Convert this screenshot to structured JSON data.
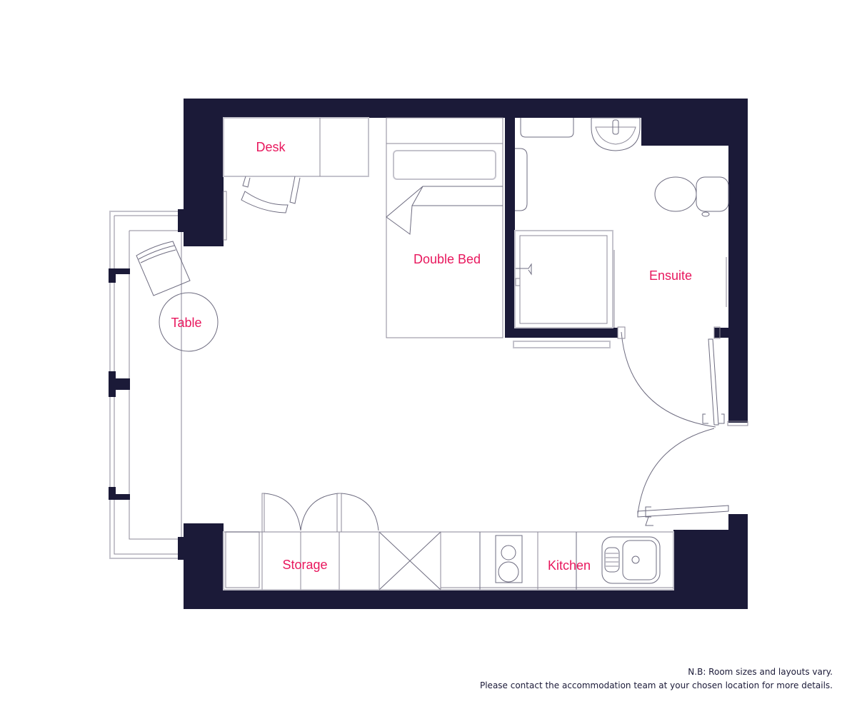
{
  "floorplan": {
    "colors": {
      "wall": "#1b1a38",
      "label": "#e8175d",
      "line": "#8c8a99",
      "background": "#ffffff"
    },
    "rooms": [
      {
        "id": "desk",
        "label": "Desk"
      },
      {
        "id": "double-bed",
        "label": "Double Bed"
      },
      {
        "id": "ensuite",
        "label": "Ensuite"
      },
      {
        "id": "table",
        "label": "Table"
      },
      {
        "id": "storage",
        "label": "Storage"
      },
      {
        "id": "kitchen",
        "label": "Kitchen"
      }
    ]
  },
  "footer": {
    "note_line1": "N.B: Room sizes and layouts vary.",
    "note_line2": "Please contact the accommodation team at your chosen location for more details."
  }
}
